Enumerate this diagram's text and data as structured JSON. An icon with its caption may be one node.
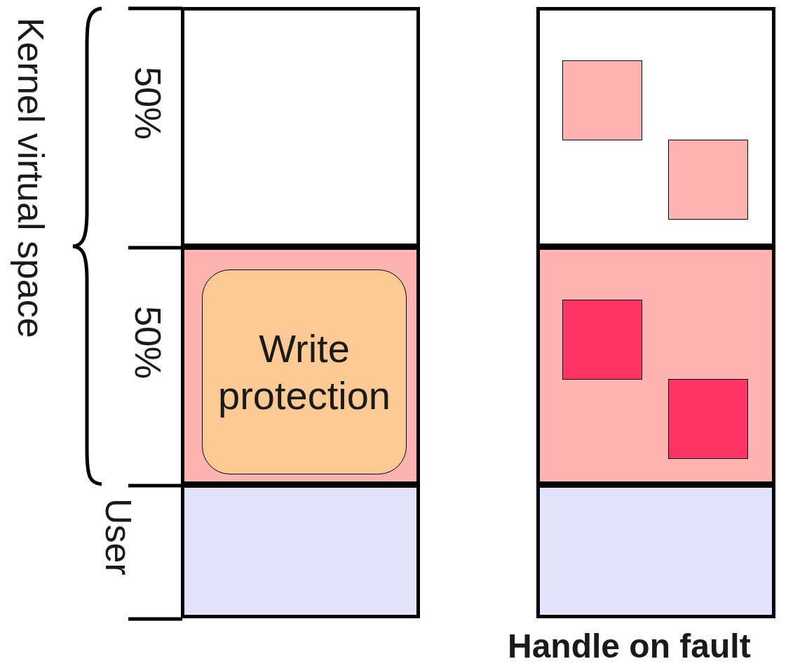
{
  "diagram": {
    "nodes": [
      {
        "text": [],
        "shape": "box",
        "beside": [
          "50%"
        ]
      },
      {
        "text": [],
        "shape": "box",
        "beside": [
          "50%"
        ]
      },
      {
        "text": [
          "Write protection"
        ],
        "in": 1
      },
      {
        "text": [],
        "shape": "box",
        "beside": [
          "User"
        ]
      },
      {
        "text": [],
        "shape": "box"
      },
      {
        "text": [],
        "shape": "box",
        "in": 4
      },
      {
        "text": [],
        "shape": "box",
        "in": 4
      },
      {
        "text": [],
        "shape": "box"
      },
      {
        "text": [],
        "shape": "box",
        "in": 7
      },
      {
        "text": [],
        "shape": "box",
        "in": 7
      },
      {
        "text": [],
        "shape": "box"
      }
    ],
    "edges": [],
    "labels": [
      "Kernel virtual space",
      "Handle on fault"
    ]
  }
}
